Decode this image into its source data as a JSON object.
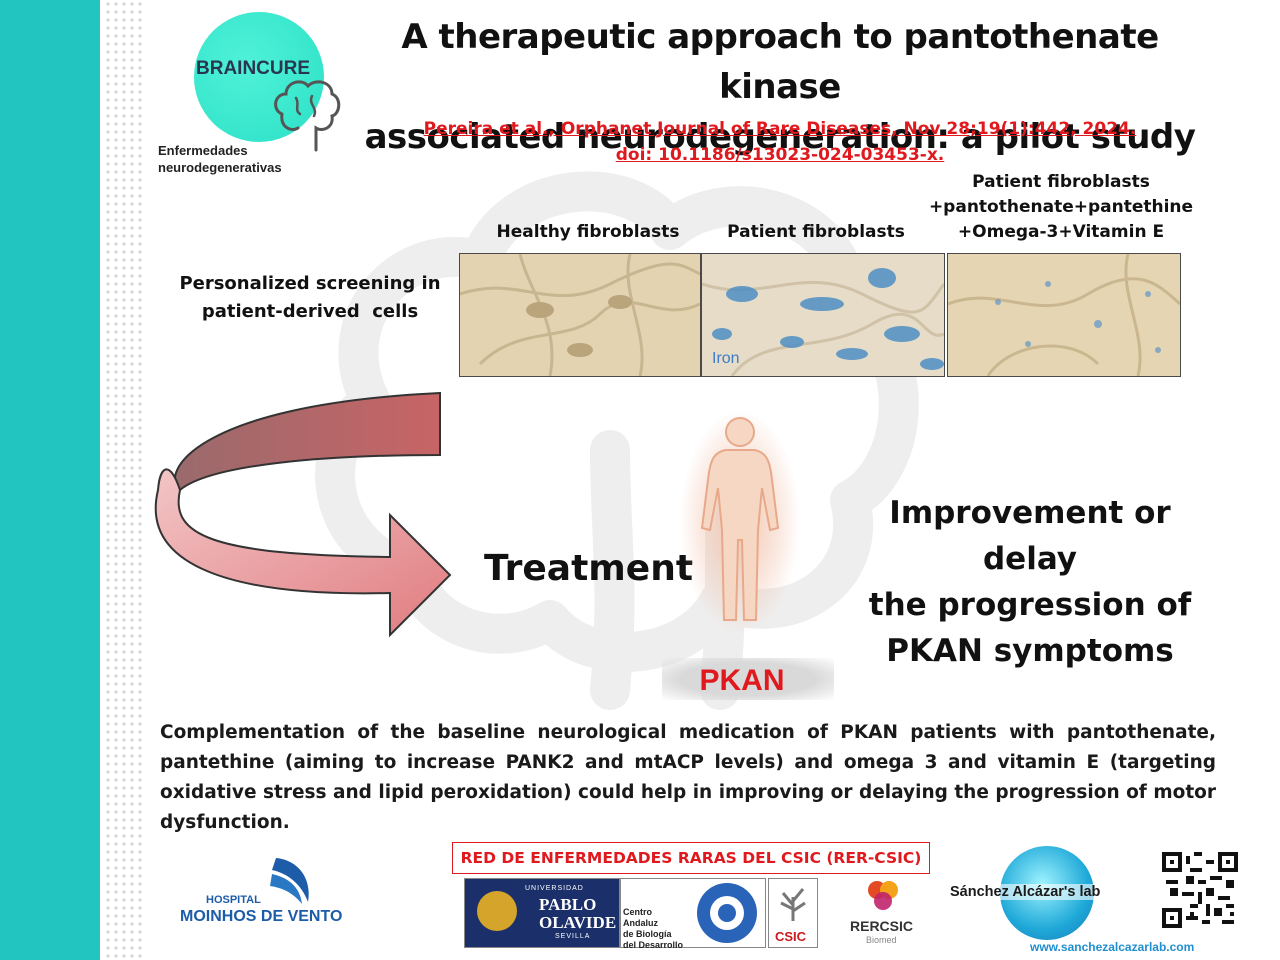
{
  "title": {
    "line1": "A therapeutic approach to pantothenate kinase",
    "line2": "associated neurodegeneration: a pilot study"
  },
  "reference": {
    "line1": "Pereira et al., Orphanet Journal of Rare Diseases, Nov 28;19(1):442, 2024.",
    "line2": "doi: 10.1186/s13023-024-03453-x."
  },
  "braincure_logo": {
    "name": "BRAINCURE",
    "subtitle_line1": "Enfermedades",
    "subtitle_line2": "neurodegenerativas"
  },
  "screening": {
    "label_line1": "Personalized screening in",
    "label_line2": "patient-derived  cells",
    "columns": [
      {
        "label": "Healthy fibroblasts"
      },
      {
        "label": "Patient fibroblasts",
        "overlay": "Iron"
      },
      {
        "label_line1": "Patient fibroblasts",
        "label_line2": "+pantothenate+pantethine",
        "label_line3": "+Omega-3+Vitamin E"
      }
    ]
  },
  "treatment_label": "Treatment",
  "outcome": {
    "line1": "Improvement or delay",
    "line2": "the progression of",
    "line3": "PKAN symptoms"
  },
  "pkan_label": "PKAN",
  "summary": "Complementation of the baseline neurological medication of PKAN patients with pantothenate, pantethine (aiming to increase PANK2 and mtACP levels) and omega 3 and vitamin E (targeting oxidative stress and lipid peroxidation) could help in improving or delaying the progression of motor dysfunction.",
  "network": "RED DE ENFERMEDADES RARAS DEL CSIC (RER-CSIC)",
  "partners": {
    "hospital_line1": "HOSPITAL",
    "hospital_line2": "MOINHOS DE VENTO",
    "upo_line1": "UNIVERSIDAD",
    "upo_line2": "PABLO",
    "upo_line3": "OLAVIDE",
    "upo_line4": "SEVILLA",
    "cabd_line1": "Centro",
    "cabd_line2": "Andaluz",
    "cabd_line3": "de Biología",
    "cabd_line4": "del Desarrollo",
    "csic": "CSIC",
    "rercsic": "RERCSIC",
    "rercsic_sub": "Biomed",
    "lab": "Sánchez Alcázar's lab",
    "website": "www.sanchezalcazarlab.com"
  },
  "colors": {
    "sidebar": "#22c5c0",
    "accent_red": "#e0191e",
    "arrow_pink": "#e88a8d"
  }
}
